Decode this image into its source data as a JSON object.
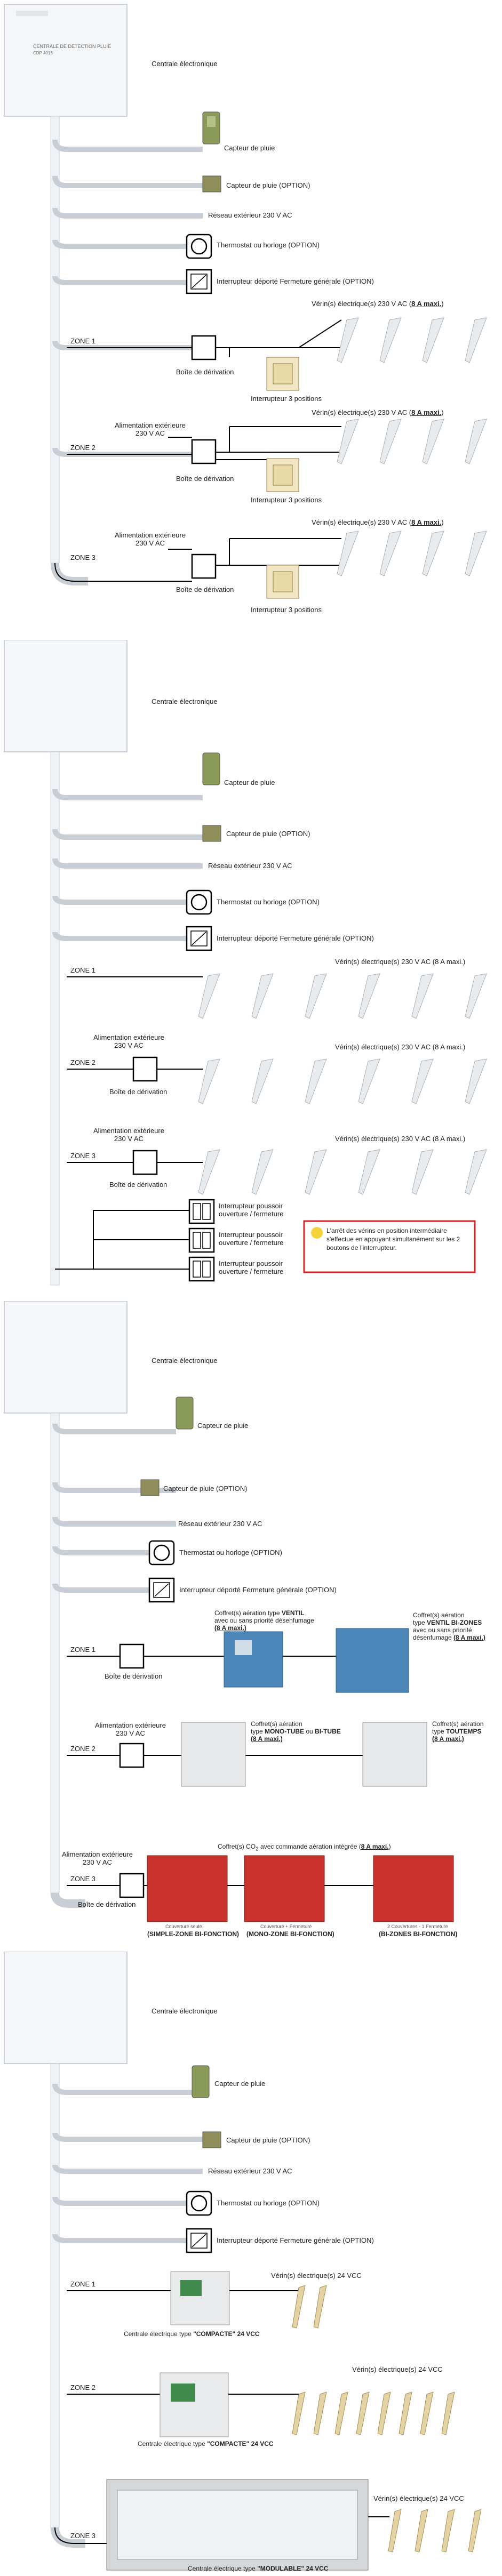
{
  "common": {
    "centrale": "Centrale électronique",
    "capteur": "Capteur de pluie",
    "capteur_option": "Capteur de pluie (OPTION)",
    "reseau": "Réseau extérieur 230 V AC",
    "thermostat": "Thermostat ou horloge (OPTION)",
    "interrupteur": "Interrupteur déporté Fermeture générale (OPTION)",
    "boite": "Boîte de dérivation",
    "alim": "Alimentation extérieure",
    "alim2": "230 V AC",
    "zone1": "ZONE 1",
    "zone2": "ZONE 2",
    "zone3": "ZONE 3",
    "inter3": "Interrupteur 3 positions",
    "verins_230": "Vérin(s) électrique(s) 230 V AC (",
    "verins_max": "8 A maxi.",
    "verins_close": ")",
    "verins_230_b": "Vérin(s) électrique(s) 230 V AC (8 A maxi.)",
    "device_title": "CENTRALE DE DETECTION PLUIE",
    "device_model": "CDP 4013"
  },
  "d2": {
    "pousseur1": "Interrupteur poussoir",
    "pousseur2": "ouverture / fermeture",
    "note": "L'arrêt des vérins en position intermédiaire s'effectue en appuyant simultanément sur les 2 boutons de l'interrupteur."
  },
  "d3": {
    "ventil1": "Coffret(s) aération type ",
    "ventil1b": "VENTIL",
    "ventil2": "avec ou sans priorité désenfumage",
    "ventil3": "(8 A maxi.)",
    "bizones1": "Coffret(s) aération",
    "bizones2": "type ",
    "bizones2b": "VENTIL BI-ZONES",
    "bizones3": "avec ou sans priorité",
    "bizones4": "désenfumage ",
    "bizones4b": "(8 A maxi.)",
    "mono1": "Coffret(s) aération",
    "mono2": "type ",
    "mono2b": "MONO-TUBE",
    "mono2c": " ou ",
    "mono2d": "BI-TUBE",
    "mono3": "(8 A maxi.)",
    "tout1": "Coffret(s) aération",
    "tout2": "type ",
    "tout2b": "TOUTEMPS",
    "tout3": "(8 A maxi.)",
    "co2": "Coffret(s) CO",
    "co2sub": "2",
    "co2b": " avec commande aération intégrée (",
    "co2c": "8 A maxi.",
    "co2d": ")",
    "cap1": "Couverture seule",
    "cap2": "Couverture + Fermeture",
    "cap3": "2 Couvertures - 1 Fermeture",
    "lab1": "(SIMPLE-ZONE BI-FONCTION)",
    "lab2": "(MONO-ZONE BI-FONCTION)",
    "lab3": "(BI-ZONES BI-FONCTION)"
  },
  "d4": {
    "verins24": "Vérin(s) électrique(s) 24 VCC",
    "compacte_pre": "Centrale électrique type ",
    "compacte": "\"COMPACTE\" 24 VCC",
    "modulable_pre": "Centrale électrique type ",
    "modulable": "\"MODULABLE\" 24 VCC"
  }
}
